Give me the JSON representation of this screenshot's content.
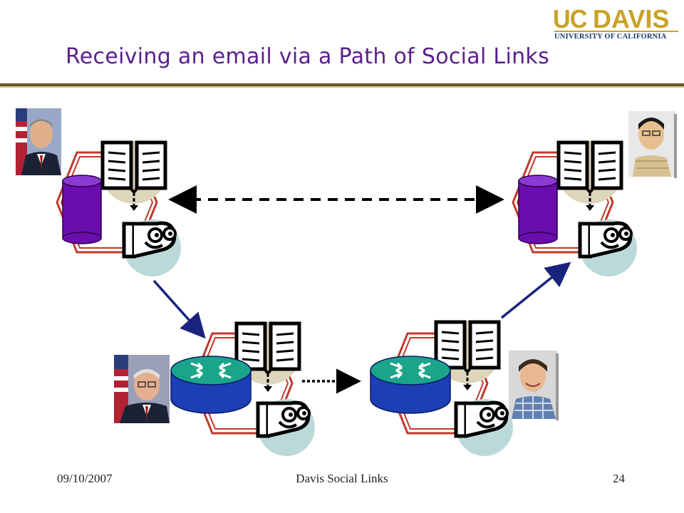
{
  "logo": {
    "line1_a": "UC",
    "line1_b": "DAVIS",
    "line2": "UNIVERSITY OF CALIFORNIA"
  },
  "slide": {
    "title": "Receiving an email via a Path of Social Links"
  },
  "footer": {
    "date": "09/10/2007",
    "center": "Davis Social Links",
    "page": "24"
  },
  "colors": {
    "title": "#5a1f8c",
    "hex_outline": "#c0392b",
    "database": "#6a0dad",
    "router": "#1d3fb5",
    "router_top": "#1aa58a",
    "face_bg": "#bcd9d9",
    "book_bg": "#ddd6bc",
    "arrow": "#1a237e"
  },
  "icons": {
    "node_person": "person-photo-icon",
    "node_db": "database-cylinder-icon",
    "node_router": "router-icon",
    "node_book": "open-book-icon",
    "node_face": "smiling-face-icon"
  }
}
